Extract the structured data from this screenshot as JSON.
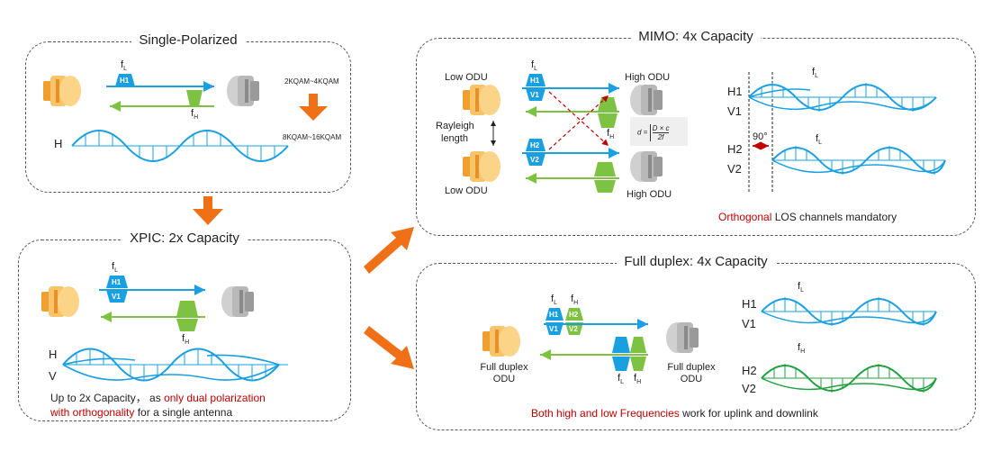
{
  "colors": {
    "blue": "#1aa0e0",
    "green": "#7dc242",
    "orange": "#f07018",
    "red_text": "#c00000",
    "dark_red": "#c00000"
  },
  "icons": [
    "odu-orange-icon",
    "odu-gray-icon",
    "big-arrow-icon",
    "formula-icon"
  ],
  "single": {
    "title": "Single-Polarized",
    "fL": "f",
    "fL_sub": "L",
    "fH": "f",
    "fH_sub": "H",
    "h1": "H1",
    "qam_top": "2KQAM~4KQAM",
    "qam_bottom": "8KQAM~16KQAM",
    "wave_label": "H"
  },
  "xpic": {
    "title": "XPIC: 2x Capacity",
    "fL": "f",
    "fL_sub": "L",
    "fH": "f",
    "fH_sub": "H",
    "h1": "H1",
    "v1": "V1",
    "wave_h": "H",
    "wave_v": "V",
    "desc_1": "Up to 2x Capacity， as ",
    "desc_red_1": "only dual polarization",
    "desc_red_2": "with orthogonality",
    "desc_2": " for a single antenna"
  },
  "mimo": {
    "title": "MIMO: 4x Capacity",
    "low_odu_top": "Low ODU",
    "low_odu_bottom": "Low ODU",
    "high_odu_top": "High ODU",
    "high_odu_bottom": "High ODU",
    "rayleigh_1": "Rayleigh",
    "rayleigh_2": "length",
    "fL": "f",
    "fL_sub": "L",
    "fH": "f",
    "fH_sub": "H",
    "h1": "H1",
    "v1": "V1",
    "h2": "H2",
    "v2": "V2",
    "formula_d": "d =",
    "formula_num": "D × c",
    "formula_den": "2f",
    "wave_h1": "H1",
    "wave_v1": "V1",
    "wave_h2": "H2",
    "wave_v2": "V2",
    "wave_fL_top": "f",
    "wave_fL_bottom": "f",
    "wave_fL_sub": "L",
    "angle": "90°",
    "note_red": "Orthogonal",
    "note": " LOS channels mandatory"
  },
  "duplex": {
    "title": "Full duplex: 4x Capacity",
    "odu_left_1": "Full duplex",
    "odu_left_2": "ODU",
    "odu_right_1": "Full duplex",
    "odu_right_2": "ODU",
    "fL": "f",
    "fL_sub": "L",
    "fH": "f",
    "fH_sub": "H",
    "h1": "H1",
    "h2": "H2",
    "v1": "V1",
    "v2": "V2",
    "wave_h1": "H1",
    "wave_v1": "V1",
    "wave_h2": "H2",
    "wave_v2": "V2",
    "wave_fL": "f",
    "wave_fL_sub": "L",
    "wave_fH": "f",
    "wave_fH_sub": "H",
    "note_red": "Both high and low Frequencies",
    "note": " work for uplink and downlink"
  }
}
